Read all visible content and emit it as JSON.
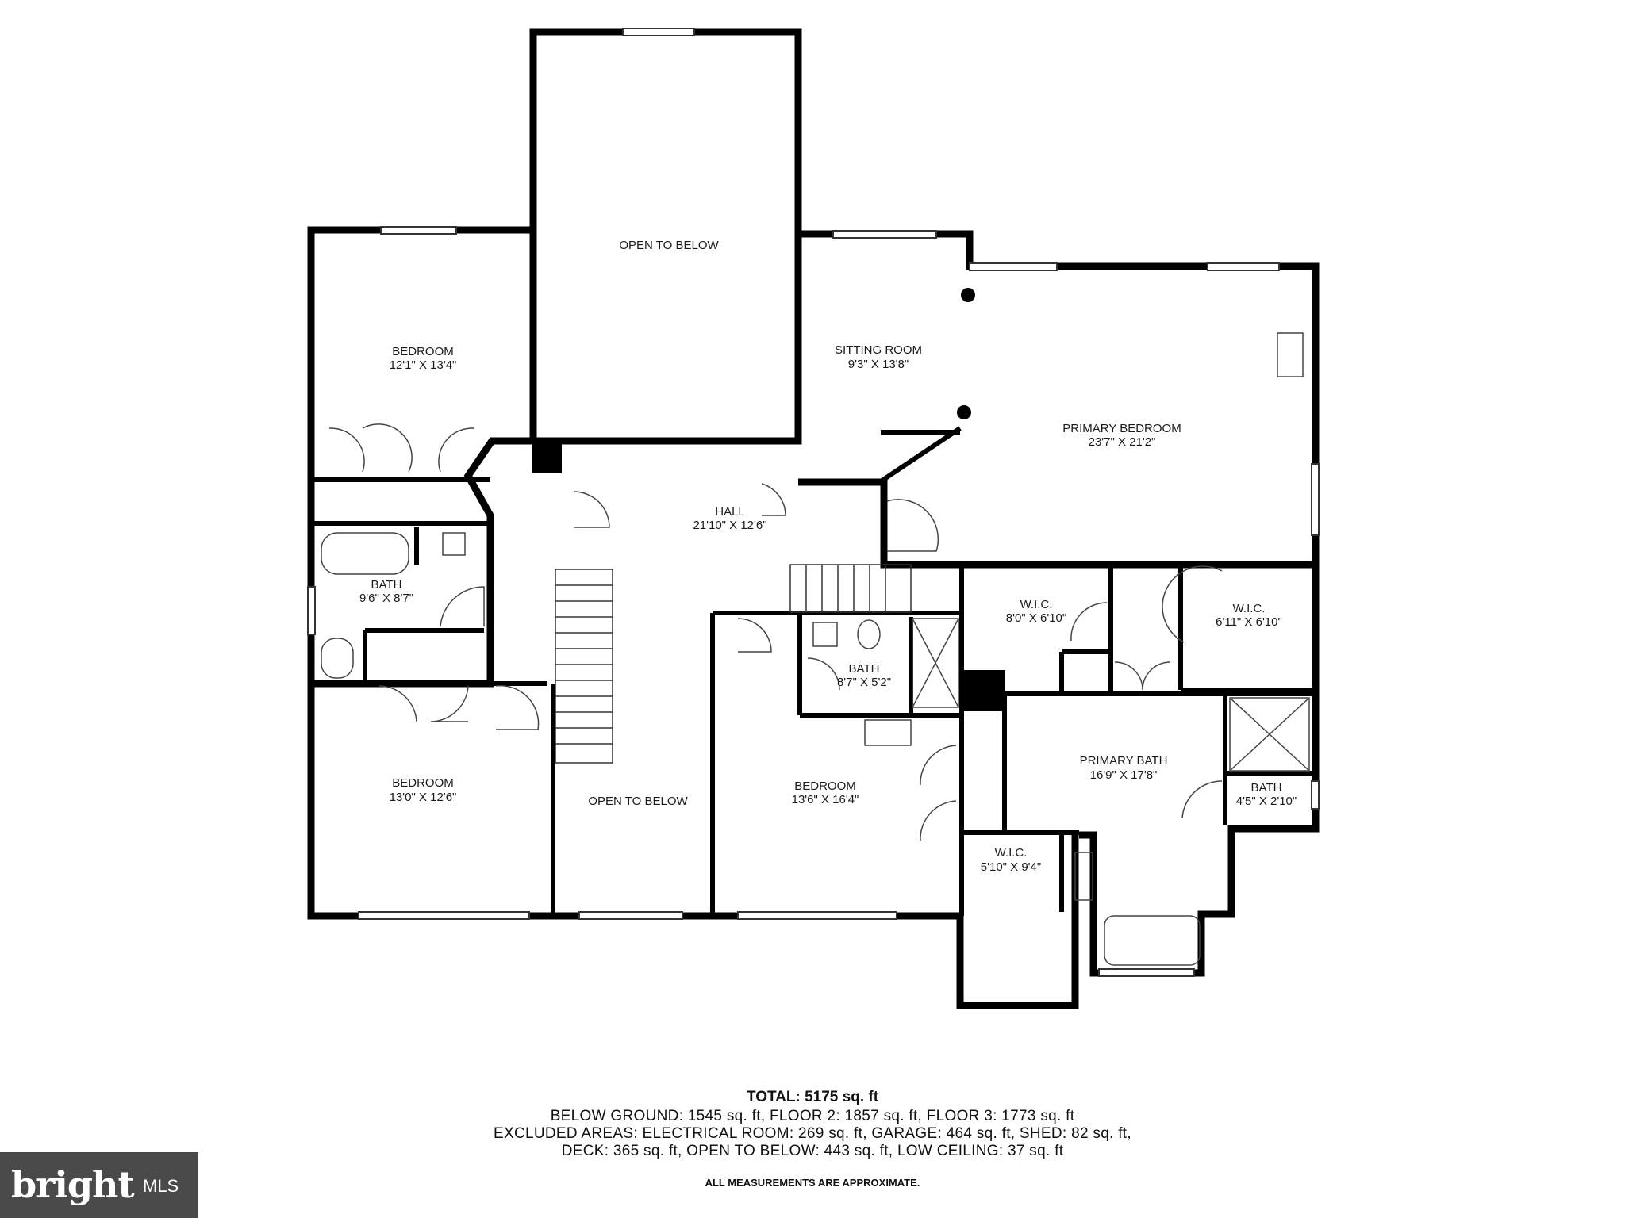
{
  "rooms": {
    "open_to_below_top": {
      "name": "OPEN TO BELOW",
      "dims": ""
    },
    "bedroom_1": {
      "name": "BEDROOM",
      "dims": "12'1\" X 13'4\""
    },
    "sitting_room": {
      "name": "SITTING ROOM",
      "dims": "9'3\" X 13'8\""
    },
    "primary_bedroom": {
      "name": "PRIMARY BEDROOM",
      "dims": "23'7\" X 21'2\""
    },
    "hall": {
      "name": "HALL",
      "dims": "21'10\" X 12'6\""
    },
    "bath_1": {
      "name": "BATH",
      "dims": "9'6\" X 8'7\""
    },
    "wic_1": {
      "name": "W.I.C.",
      "dims": "8'0\" X 6'10\""
    },
    "wic_2": {
      "name": "W.I.C.",
      "dims": "6'11\" X 6'10\""
    },
    "bath_2": {
      "name": "BATH",
      "dims": "8'7\" X 5'2\""
    },
    "primary_bath": {
      "name": "PRIMARY BATH",
      "dims": "16'9\" X 17'8\""
    },
    "bath_3": {
      "name": "BATH",
      "dims": "4'5\" X 2'10\""
    },
    "bedroom_2": {
      "name": "BEDROOM",
      "dims": "13'0\" X 12'6\""
    },
    "open_to_below_bottom": {
      "name": "OPEN TO BELOW",
      "dims": ""
    },
    "bedroom_3": {
      "name": "BEDROOM",
      "dims": "13'6\" X 16'4\""
    },
    "wic_3": {
      "name": "W.I.C.",
      "dims": "5'10\" X 9'4\""
    }
  },
  "summary": {
    "total": "TOTAL: 5175 sq. ft",
    "line1": "BELOW GROUND: 1545 sq. ft, FLOOR 2: 1857 sq. ft, FLOOR 3: 1773 sq. ft",
    "line2": "EXCLUDED AREAS: ELECTRICAL ROOM: 269 sq. ft, GARAGE: 464 sq. ft, SHED: 82 sq. ft,",
    "line3": "DECK: 365 sq. ft, OPEN TO BELOW: 443 sq. ft, LOW CEILING: 37 sq. ft",
    "note": "ALL MEASUREMENTS ARE APPROXIMATE."
  },
  "logo": {
    "brand": "bright",
    "suffix": "MLS"
  },
  "colors": {
    "wall": "#000000",
    "fixture": "#333333",
    "logo_bg": "#4a4a4a"
  }
}
